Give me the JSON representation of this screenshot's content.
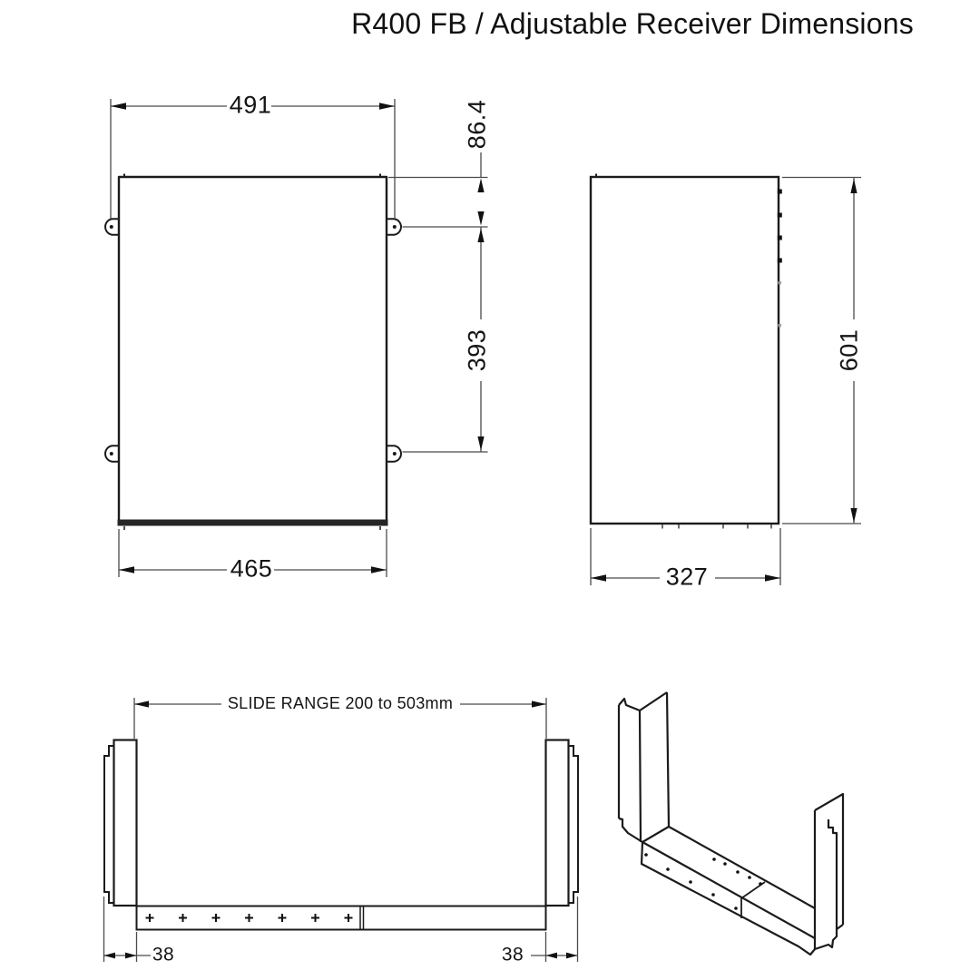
{
  "title": "R400 FB / Adjustable Receiver Dimensions",
  "drawing": {
    "front_view": {
      "top_hole_width": "491",
      "top_hole_offset": "86.4",
      "hole_spacing": "393",
      "bottom_width": "465"
    },
    "side_view": {
      "height": "601",
      "depth": "327"
    },
    "assembly_view": {
      "slide_range": "SLIDE RANGE 200 to 503mm",
      "left_flange_width": "38",
      "right_flange_width": "38"
    },
    "colors": {
      "part_line": "#1b1b1b",
      "dimension_line": "#4a4a4a",
      "text": "#141414",
      "background": "#ffffff"
    }
  }
}
